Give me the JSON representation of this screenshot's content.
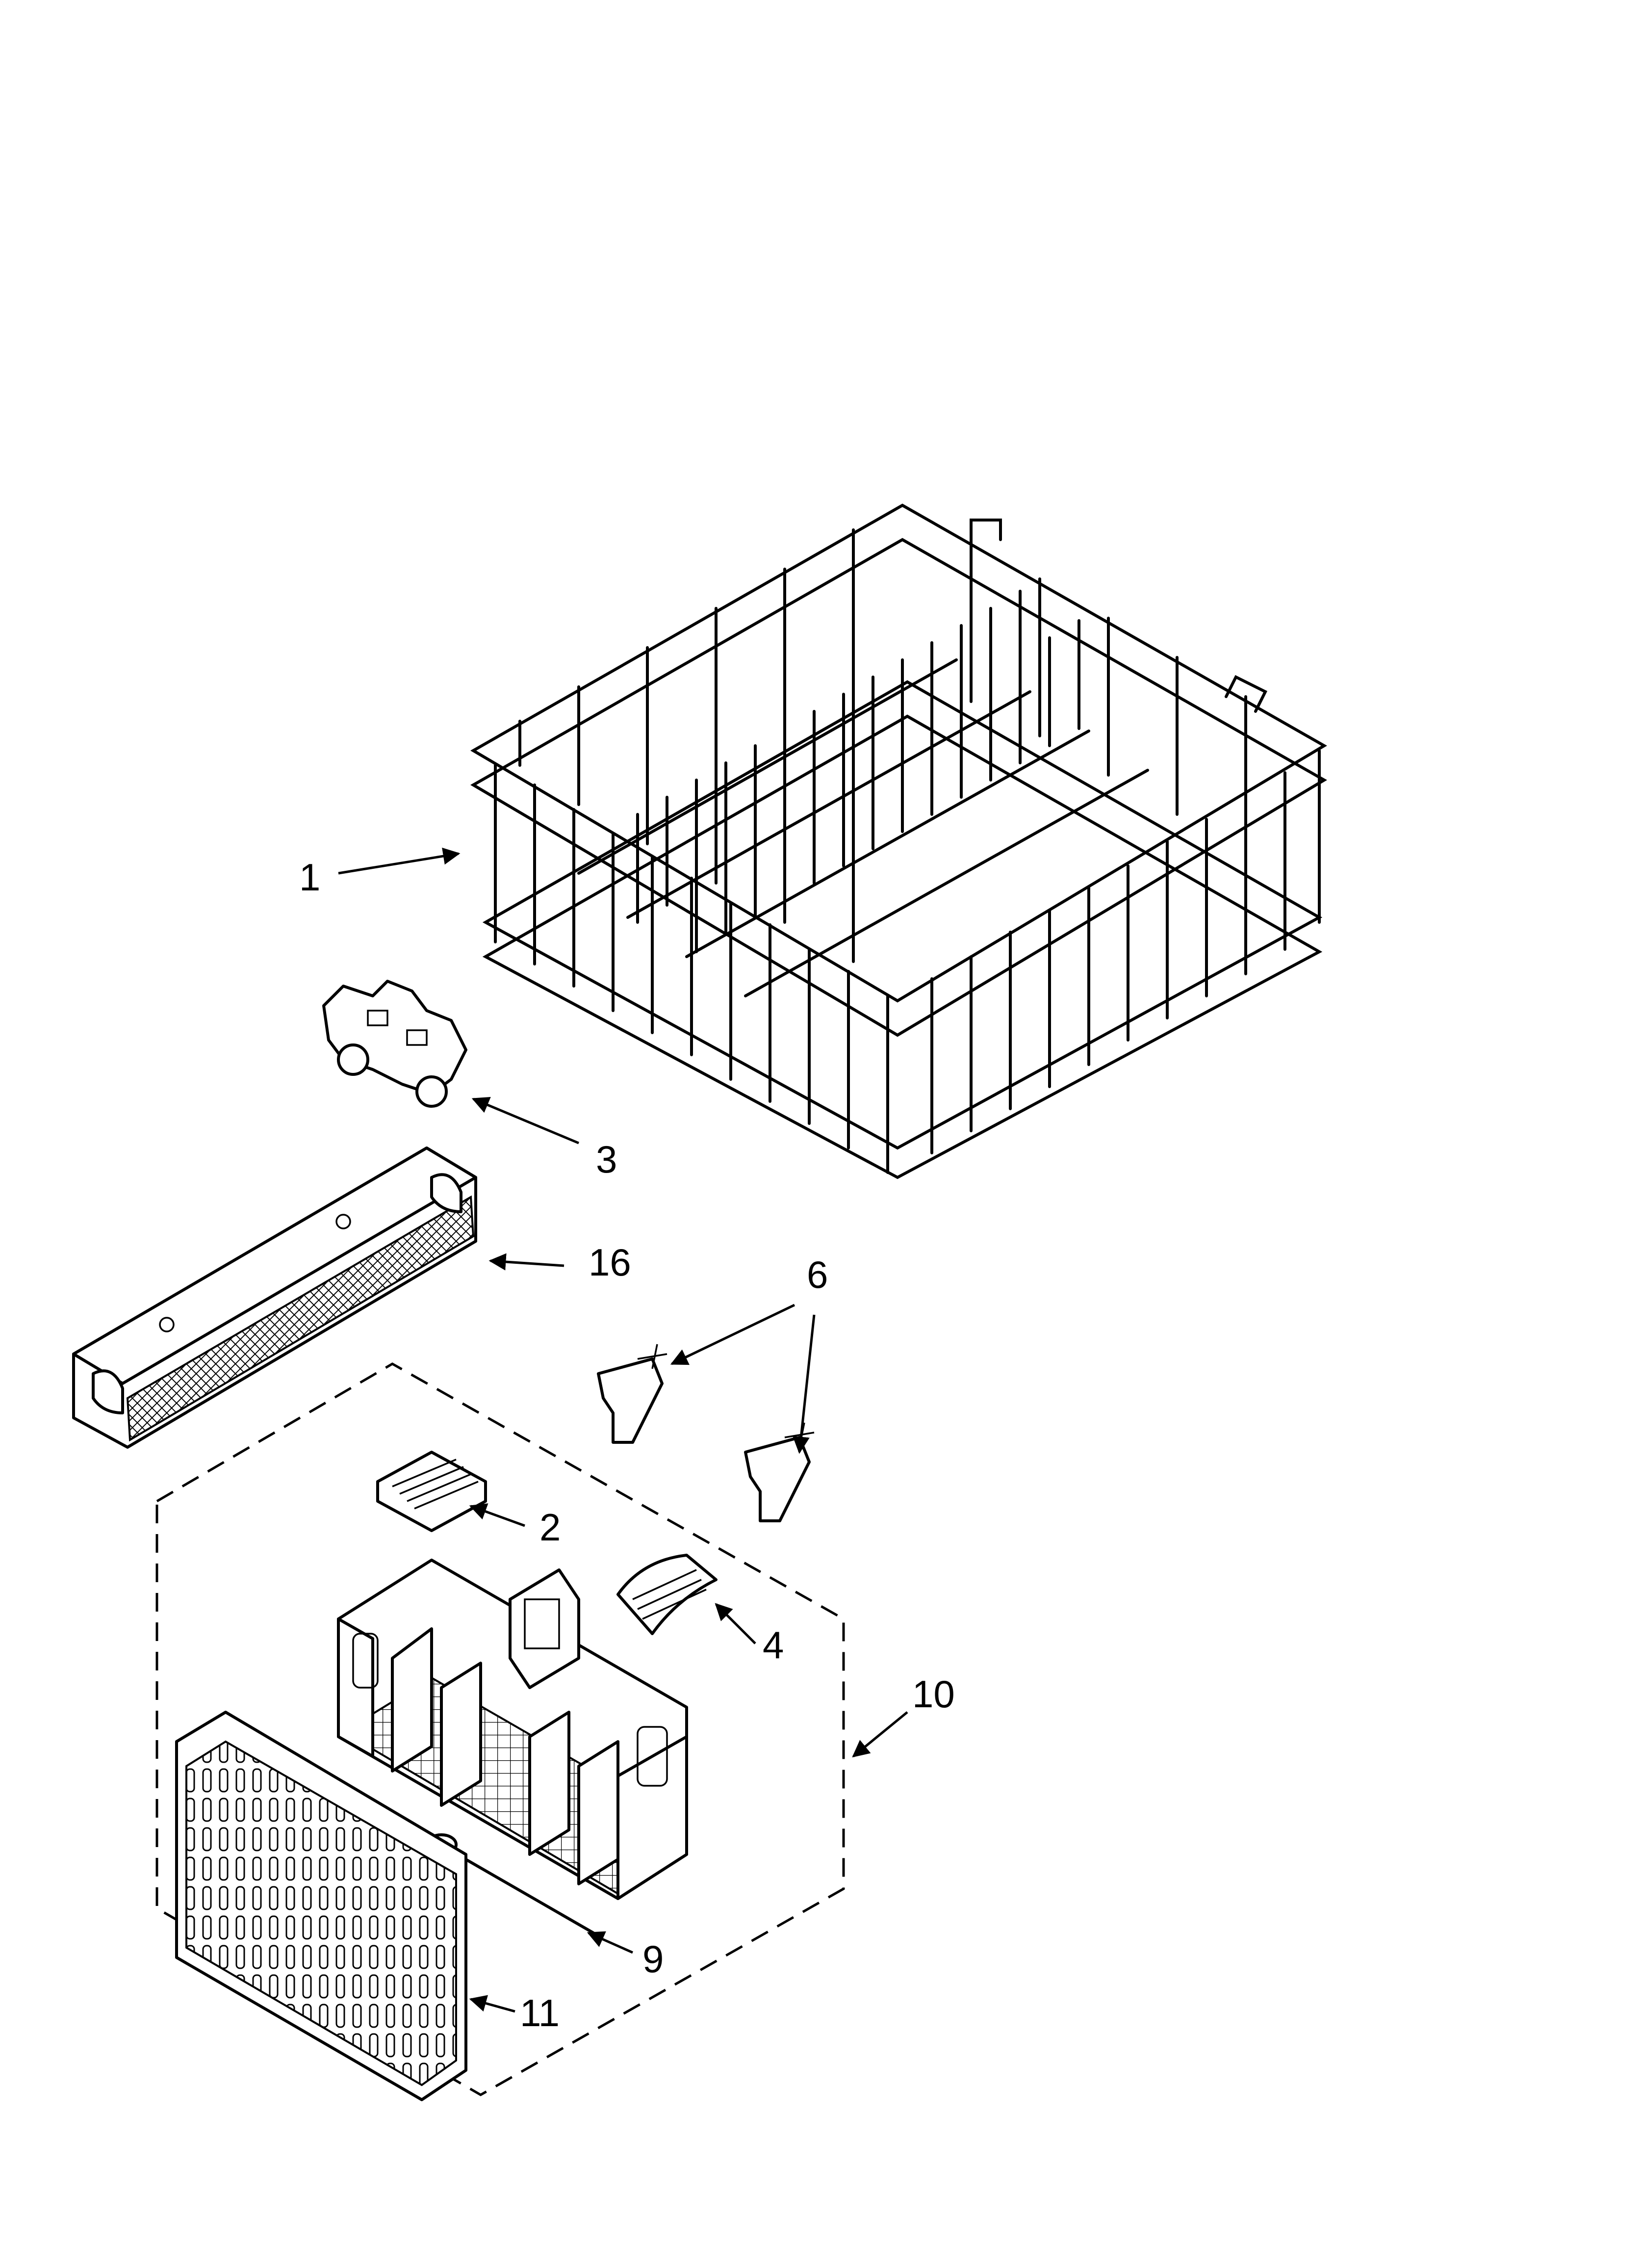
{
  "diagram": {
    "callouts": [
      {
        "id": "c1",
        "label": "1"
      },
      {
        "id": "c3",
        "label": "3"
      },
      {
        "id": "c16",
        "label": "16"
      },
      {
        "id": "c6",
        "label": "6"
      },
      {
        "id": "c2",
        "label": "2"
      },
      {
        "id": "c4",
        "label": "4"
      },
      {
        "id": "c10",
        "label": "10"
      },
      {
        "id": "c9",
        "label": "9"
      },
      {
        "id": "c11",
        "label": "11"
      }
    ]
  }
}
